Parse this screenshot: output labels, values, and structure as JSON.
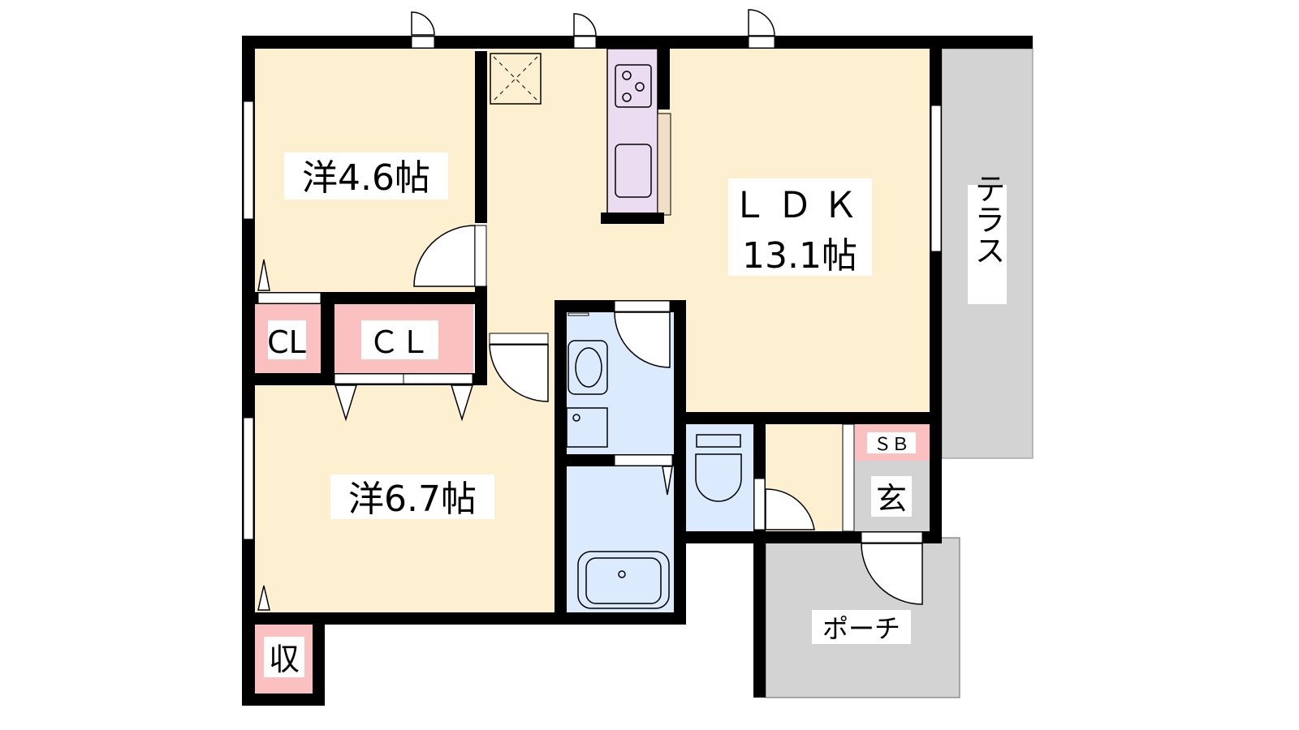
{
  "floorplan": {
    "rooms": {
      "western_1": {
        "label": "洋4.6帖"
      },
      "closet_small": {
        "label": "CL"
      },
      "closet_large": {
        "label": "ＣＬ"
      },
      "western_2": {
        "label": "洋6.7帖"
      },
      "storage": {
        "label": "収"
      },
      "ldk": {
        "label": "ＬＤＫ",
        "size": "13.1帖"
      },
      "terrace": {
        "label": "テラス"
      },
      "porch": {
        "label": "ポーチ"
      },
      "entrance": {
        "label": "玄"
      },
      "shoe_box": {
        "label": "ＳＢ"
      }
    },
    "colors": {
      "room": "#fdf0d1",
      "closet": "#fbc0c0",
      "wet_area": "#dbeafd",
      "outdoor": "#d3d3d3",
      "kitchen": "#ecdcf2",
      "wall": "#000000"
    }
  }
}
